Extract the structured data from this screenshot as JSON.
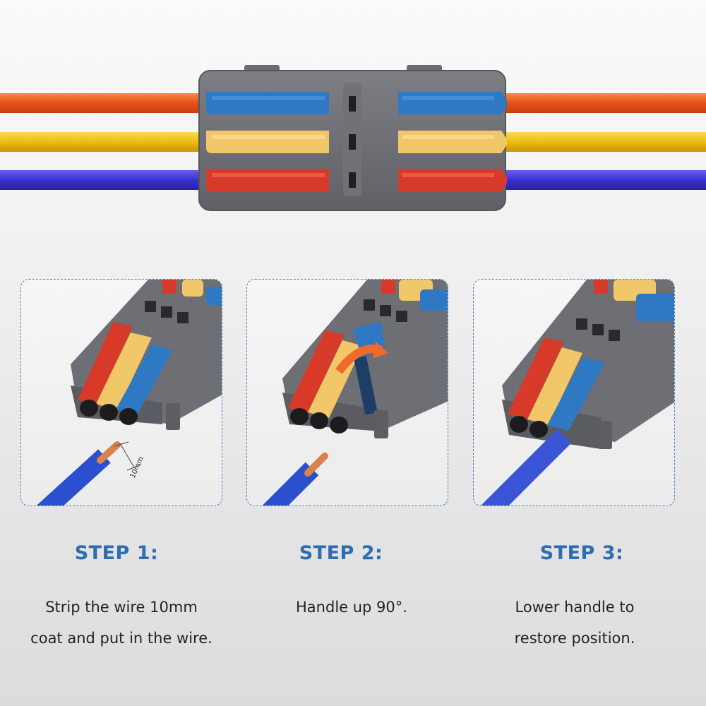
{
  "steps": [
    {
      "title": "STEP 1:",
      "lines": [
        "Strip the wire 10mm",
        "coat and put in the wire."
      ],
      "dimension_label": "10mm"
    },
    {
      "title": "STEP 2:",
      "lines": [
        "Handle up 90°."
      ]
    },
    {
      "title": "STEP 3:",
      "lines": [
        "Lower handle to",
        "restore position."
      ]
    }
  ],
  "colors": {
    "title": "#2f6db3",
    "panel_border": "#4a7fc1",
    "housing": "#6d6f74",
    "lever_blue": "#2f78c4",
    "lever_yellow": "#f2c76a",
    "lever_red": "#d83a2a",
    "wire_orange": "#ee5a1e",
    "wire_yellow": "#f1c21a",
    "wire_purple": "#3a2fd0",
    "wire_blue": "#3a56d6",
    "copper": "#d9824a",
    "arrow": "#f06a2a"
  }
}
